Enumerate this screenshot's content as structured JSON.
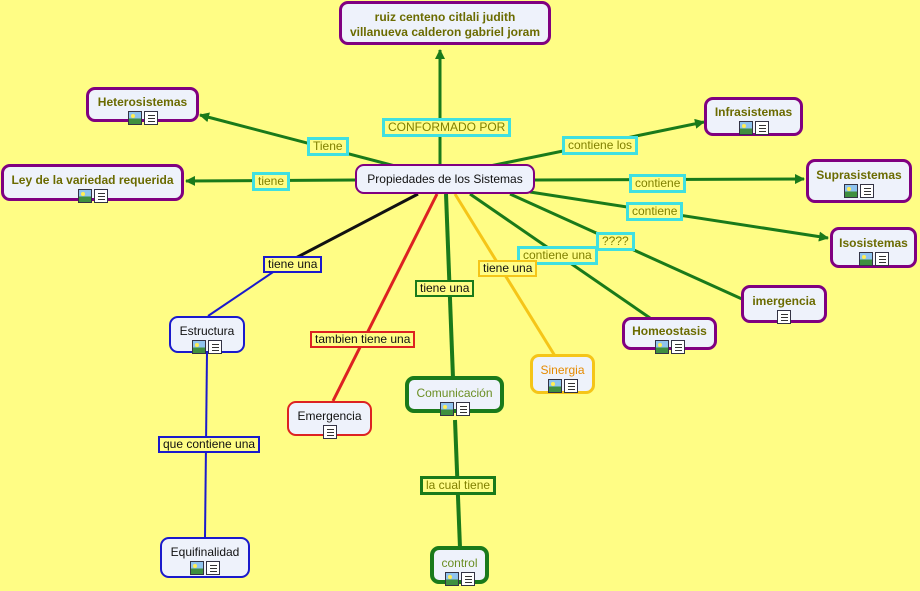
{
  "colors": {
    "background": "#fffd85",
    "purple": "#800080",
    "green": "#1a7a1a",
    "blue": "#1a1acc",
    "red": "#dd2222",
    "orange": "#f5c518",
    "cyan": "#40e0e0",
    "node_fill": "#eef2fb"
  },
  "nodes": {
    "title": {
      "line1": "ruiz centeno citlali judith",
      "line2": "villanueva calderon gabriel joram"
    },
    "center": {
      "label": "Propiedades de los Sistemas"
    },
    "heterosistemas": {
      "label": "Heterosistemas",
      "icons": [
        "image-icon",
        "note-icon"
      ]
    },
    "ley_variedad": {
      "label": "Ley de la variedad requerida",
      "icons": [
        "image-icon",
        "note-icon"
      ]
    },
    "infrasistemas": {
      "label": "Infrasistemas",
      "icons": [
        "image-icon",
        "note-icon"
      ]
    },
    "suprasistemas": {
      "label": "Suprasistemas",
      "icons": [
        "image-icon",
        "note-icon"
      ]
    },
    "isosistemas": {
      "label": "Isosistemas",
      "icons": [
        "image-icon",
        "note-icon"
      ]
    },
    "imergencia": {
      "label": "imergencia",
      "icons": [
        "note-icon"
      ]
    },
    "homeostasis": {
      "label": "Homeostasis",
      "icons": [
        "image-icon",
        "note-icon"
      ]
    },
    "sinergia": {
      "label": "Sinergia",
      "icons": [
        "image-icon",
        "note-icon"
      ]
    },
    "comunicacion": {
      "label": "Comunicación",
      "icons": [
        "image-icon",
        "note-icon"
      ]
    },
    "control": {
      "label": "control",
      "icons": [
        "image-icon",
        "note-icon"
      ]
    },
    "emergencia": {
      "label": "Emergencia",
      "icons": [
        "note-icon"
      ]
    },
    "estructura": {
      "label": "Estructura",
      "icons": [
        "image-icon",
        "note-icon"
      ]
    },
    "equifinalidad": {
      "label": "Equifinalidad",
      "icons": [
        "image-icon",
        "note-icon"
      ]
    }
  },
  "link_labels": {
    "conformado_por": "CONFORMADO POR",
    "tiene_hetero": "Tiene",
    "tiene_ley": "tiene",
    "contiene_los": "contiene los",
    "contiene_supra": "contiene",
    "contiene_iso": "contiene",
    "interrogation": "????",
    "contiene_una": "contiene una",
    "tiene_una_sinergia": "tiene una",
    "tiene_una_comunicacion": "tiene una",
    "tambien_tiene_una": "tambien tiene una",
    "tiene_una_estructura": "tiene una",
    "que_contiene_una": "que contiene una",
    "la_cual_tiene": "la cual tiene"
  }
}
